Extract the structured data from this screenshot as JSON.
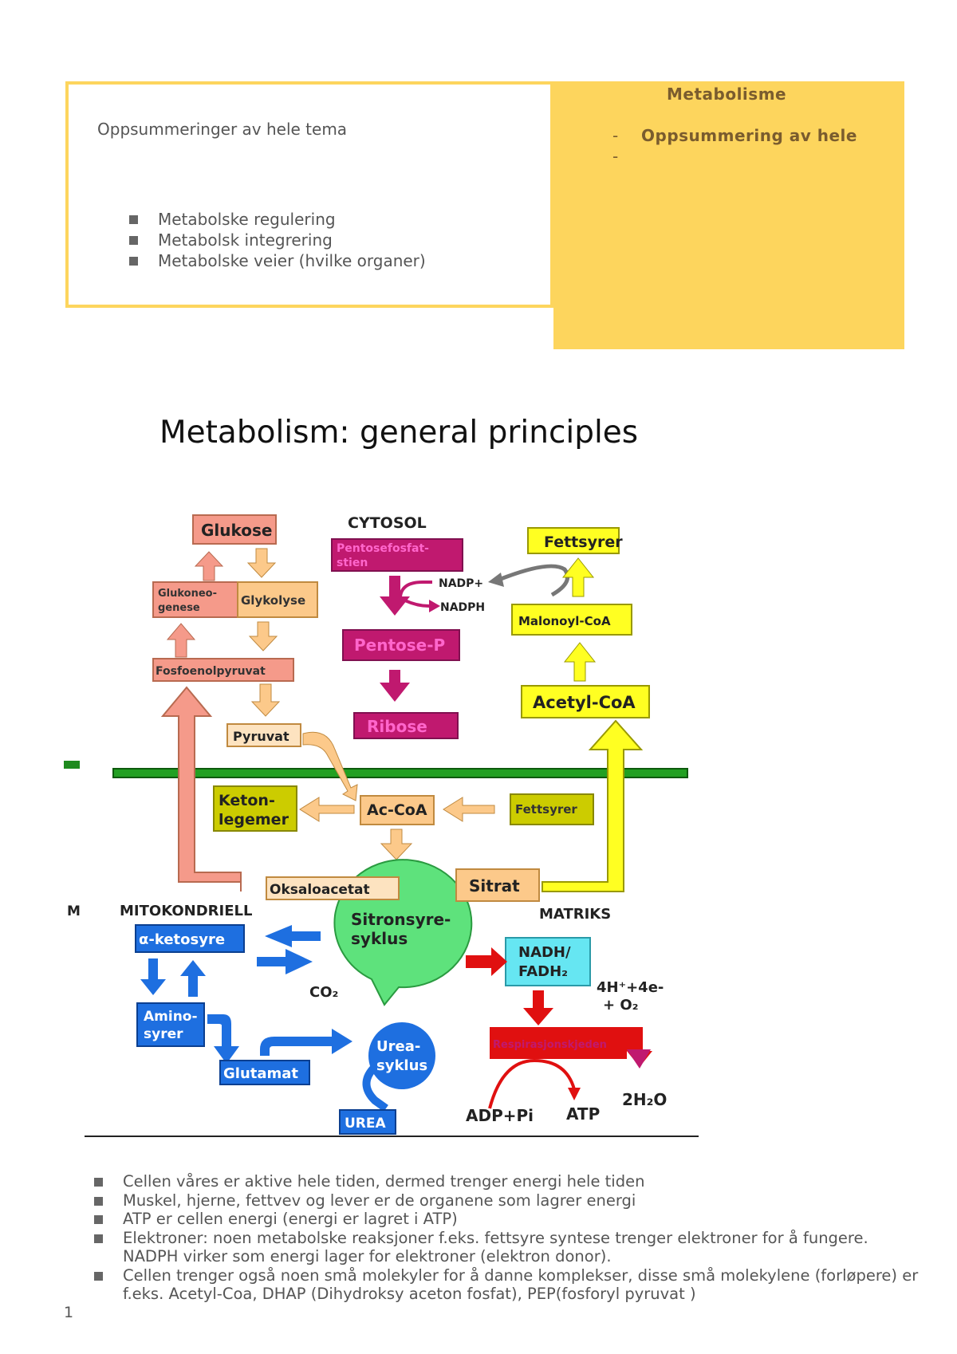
{
  "header": {
    "summary_title": "Oppsummeringer av hele tema",
    "topics": [
      "Metabolske regulering",
      "Metabolsk integrering",
      "Metabolske veier (hvilke organer)"
    ],
    "side_title": "Metabolisme",
    "side_line1_dash": "-",
    "side_line1_text": "Oppsummering av hele",
    "side_line2_dash": "-"
  },
  "diagram": {
    "title": "Metabolism: general principles",
    "labels": {
      "glukose": "Glukose",
      "cytosol": "CYTOSOL",
      "pentose_1": "Pentosefosfat-",
      "pentose_2": "stien",
      "fettsyrer_top": "Fettsyrer",
      "nadp": "NADP+",
      "nadph": "NADPH",
      "glukoneo_1": "Glukoneo-",
      "glukoneo_2": "genese",
      "glykolyse": "Glykolyse",
      "malonyl": "Malonoyl-CoA",
      "pentose_p": "Pentose-P",
      "fosfoenol": "Fosfoenolpyruvat",
      "ribose": "Ribose",
      "acetyl": "Acetyl-CoA",
      "pyruvat": "Pyruvat",
      "keton_1": "Keton-",
      "keton_2": "legemer",
      "accoa": "Ac-CoA",
      "fettsyrer_mid": "Fettsyrer",
      "oksaloacetat": "Oksaloacetat",
      "sitrat": "Sitrat",
      "mitokondriell": "MITOKONDRIELL",
      "matriks": "MATRIKS",
      "m_cut": "M",
      "ketosyre": "α-ketosyre",
      "sitron_1": "Sitronsyre-",
      "sitron_2": "syklus",
      "nadh_1": "NADH/",
      "nadh_2": "FADH₂",
      "co2": "CO₂",
      "h_e": "4H⁺+4e-",
      "o2": "+ O₂",
      "amino_1": "Amino-",
      "amino_2": "syrer",
      "resp": "Respirasjonskjeden",
      "urea_1": "Urea-",
      "urea_2": "syklus",
      "glutamat": "Glutamat",
      "adp": "ADP+Pi",
      "atp": "ATP",
      "h2o": "2H₂O",
      "urea": "UREA"
    }
  },
  "notes": [
    "Cellen våres er aktive hele tiden, dermed trenger energi hele tiden",
    "Muskel, hjerne, fettvev og lever er de organene som lagrer energi",
    "ATP er cellen energi (energi er lagret i ATP)",
    "Elektroner: noen metabolske reaksjoner f.eks. fettsyre syntese trenger elektroner for å fungere. NADPH virker som energi lager for elektroner (elektron donor).",
    "Cellen trenger også noen små molekyler for å danne komplekser, disse små molekylene (forløpere) er f.eks. Acetyl-Coa, DHAP (Dihydroksy aceton fosfat), PEP(fosforyl pyruvat )"
  ],
  "page_number": "1",
  "colors": {
    "accent_yellow": "#fdd55d",
    "magenta": "#c0196f",
    "blue": "#1e6fe0",
    "green": "#5ee27c",
    "red": "#e01010",
    "salmon": "#f59a8a",
    "light_orange": "#fcc98a",
    "yellow_box": "#ffff22"
  }
}
